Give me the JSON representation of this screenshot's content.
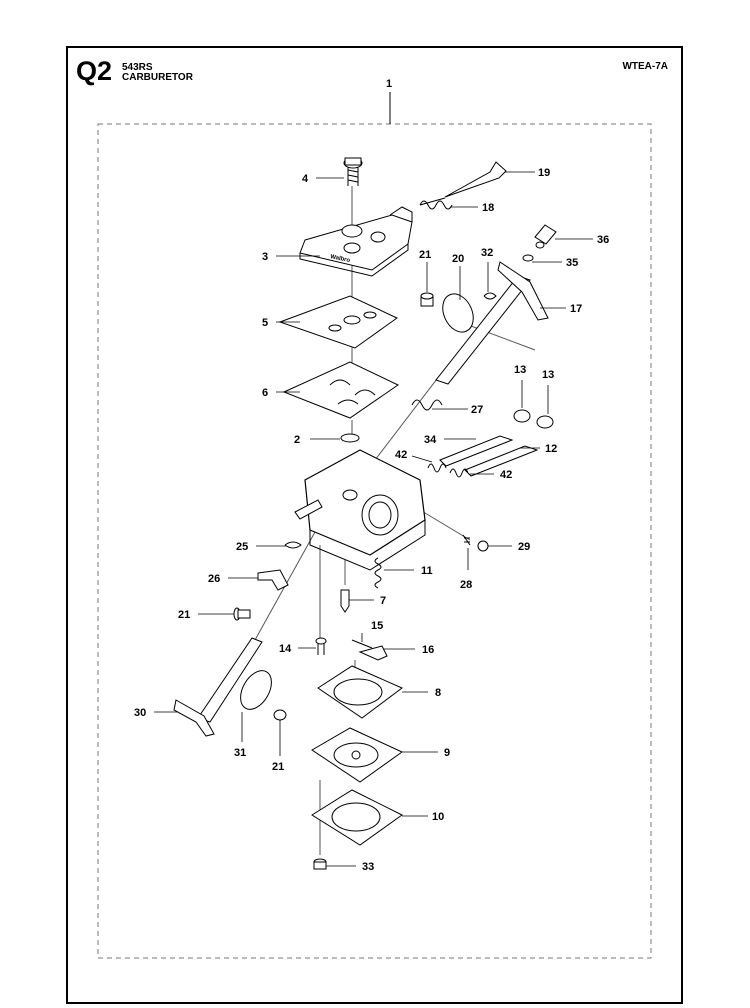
{
  "header": {
    "section_code": "Q2",
    "model": "543RS",
    "section_name": "CARBURETOR",
    "drawing_code": "WTEA-7A"
  },
  "callouts": {
    "c1": "1",
    "c2": "2",
    "c3": "3",
    "c4": "4",
    "c5": "5",
    "c6": "6",
    "c7": "7",
    "c8": "8",
    "c9": "9",
    "c10": "10",
    "c11": "11",
    "c12": "12",
    "c13a": "13",
    "c13b": "13",
    "c14": "14",
    "c15": "15",
    "c16": "16",
    "c17": "17",
    "c18": "18",
    "c19": "19",
    "c20": "20",
    "c21a": "21",
    "c21b": "21",
    "c21c": "21",
    "c25": "25",
    "c26": "26",
    "c27": "27",
    "c28": "28",
    "c29": "29",
    "c30": "30",
    "c31": "31",
    "c32": "32",
    "c33": "33",
    "c34": "34",
    "c35": "35",
    "c36": "36",
    "c42a": "42",
    "c42b": "42"
  },
  "brand_mark": "Walbro"
}
